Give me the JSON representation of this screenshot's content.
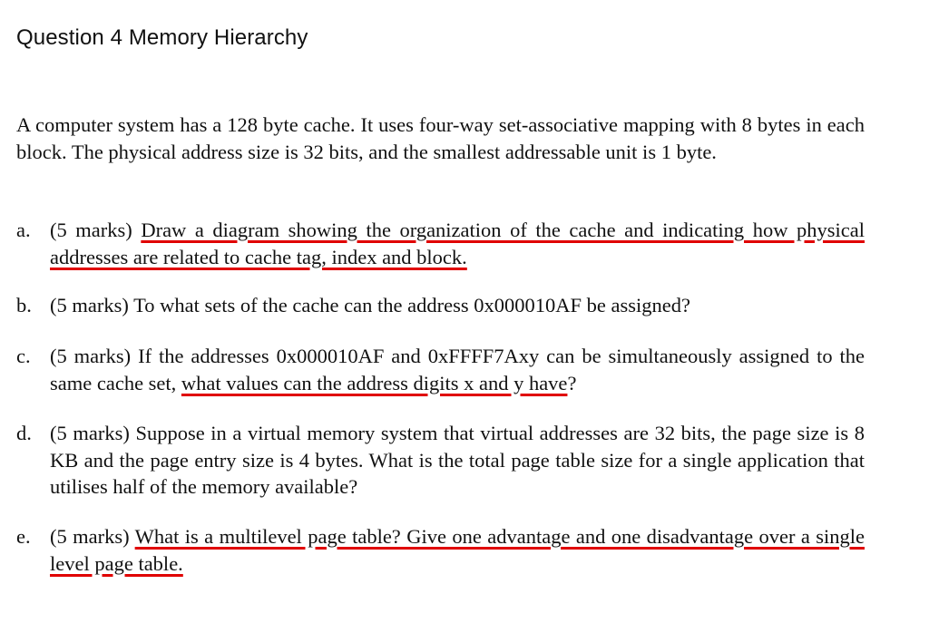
{
  "heading": "Question 4 Memory Hierarchy",
  "intro": "A computer system has a 128 byte cache. It uses four-way set-associative mapping with 8 bytes in each block. The physical address size is 32 bits, and the smallest addressable unit is 1 byte.",
  "questions": [
    {
      "label": "a.",
      "marks": "(5 marks)",
      "plain": "",
      "underlined": "Draw a diagram showing the organization of the cache and indicating how physical addresses are related to cache tag, index and block.",
      "tail": ""
    },
    {
      "label": "b.",
      "marks": "(5 marks)",
      "plain": "To what sets of the cache can the address 0x000010AF be assigned?",
      "underlined": "",
      "tail": ""
    },
    {
      "label": "c.",
      "marks": "(5 marks)",
      "plain": "If the addresses 0x000010AF and 0xFFFF7Axy can be simultaneously assigned to the same cache set,",
      "underlined": "what values can the address digits x and y have",
      "tail": "?"
    },
    {
      "label": "d.",
      "marks": "(5 marks)",
      "plain": "Suppose in a virtual memory system that virtual addresses are 32 bits, the page size is 8 KB and the page entry size is 4 bytes. What is the total page table size for a single application that utilises half of the memory available?",
      "underlined": "",
      "tail": ""
    },
    {
      "label": "e.",
      "marks": "(5 marks)",
      "plain": "",
      "underlined": "What is a multilevel page table? Give one advantage and one disadvantage over a single level page table.",
      "tail": ""
    }
  ],
  "colors": {
    "text": "#111111",
    "underline": "#e00000",
    "background": "#ffffff"
  }
}
